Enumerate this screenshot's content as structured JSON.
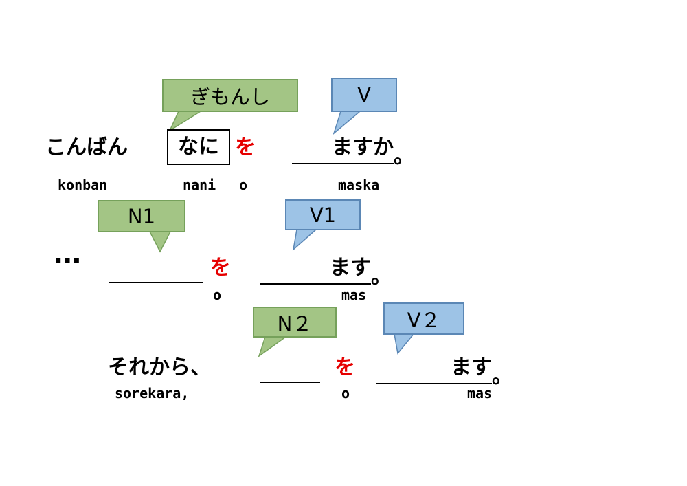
{
  "colors": {
    "background": "#FFFFFF",
    "green_fill": "#A3C585",
    "green_border": "#76A15B",
    "blue_fill": "#9DC3E6",
    "blue_border": "#5B87B5",
    "particle_red": "#E60000",
    "text": "#000000"
  },
  "callouts": {
    "gimonshi": {
      "label": "ぎもんし",
      "color": "green"
    },
    "v": {
      "label": "V",
      "color": "blue"
    },
    "n1": {
      "label": "N1",
      "color": "green"
    },
    "v1": {
      "label": "V1",
      "color": "blue"
    },
    "n2": {
      "label": "N２",
      "color": "green"
    },
    "v2": {
      "label": "V２",
      "color": "blue"
    }
  },
  "sentence1": {
    "word1": "こんばん",
    "question_word": "なに",
    "particle": "を",
    "verb": "ますか",
    "period": "。",
    "romaji": {
      "word1": "konban",
      "question_word": "nani",
      "particle": "o",
      "verb": "maska"
    }
  },
  "sentence2": {
    "lead": "…",
    "particle": "を",
    "verb": "ます",
    "period": "。",
    "romaji": {
      "particle": "o",
      "verb": "mas"
    }
  },
  "sentence3": {
    "lead": "それから、",
    "particle": "を",
    "verb": "ます",
    "period": "。",
    "romaji": {
      "lead": "sorekara,",
      "particle": "o",
      "verb": "mas"
    }
  }
}
